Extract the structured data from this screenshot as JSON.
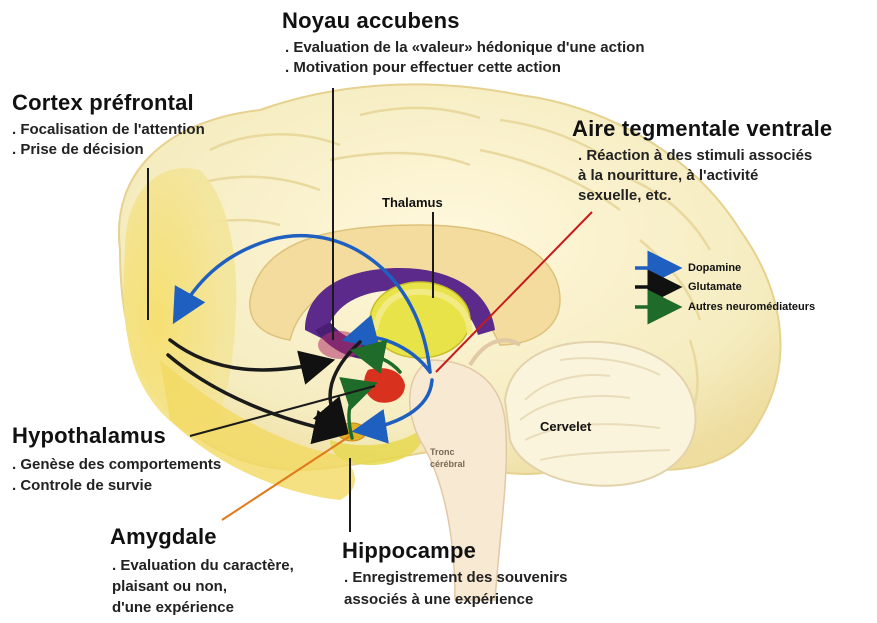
{
  "labels": {
    "noyau": {
      "title": "Noyau accubens",
      "lines": [
        ". Evaluation de la «valeur» hédonique d'une action",
        ". Motivation pour effectuer cette action"
      ]
    },
    "cortex": {
      "title": "Cortex préfrontal",
      "lines": [
        ". Focalisation de l'attention",
        ". Prise de décision"
      ]
    },
    "aire": {
      "title": "Aire tegmentale ventrale",
      "lines": [
        ". Réaction à des stimuli associés",
        "à la nouritture, à l'activité",
        "sexuelle, etc."
      ]
    },
    "hypothalamus": {
      "title": "Hypothalamus",
      "lines": [
        ". Genèse des comportements",
        ". Controle de survie"
      ]
    },
    "amygdale": {
      "title": "Amygdale",
      "lines": [
        ". Evaluation du caractère,",
        "plaisant ou non,",
        "d'une expérience"
      ]
    },
    "hippocampe": {
      "title": "Hippocampe",
      "lines": [
        ". Enregistrement des souvenirs",
        "associés à une expérience"
      ]
    },
    "thalamus": "Thalamus",
    "cervelet": "Cervelet",
    "tronc": [
      "Tronc",
      "cérébral"
    ]
  },
  "legend": [
    {
      "label": "Dopamine",
      "color": "#1f5fbf"
    },
    {
      "label": "Glutamate",
      "color": "#111111"
    },
    {
      "label": "Autres neuromédiateurs",
      "color": "#1e6b2a"
    }
  ],
  "colors": {
    "brain_fill": "#f6efc4",
    "prefrontal": "#f2d75a",
    "limbic_purple": "#5b2a8a",
    "thalamus": "#e9e34a",
    "amygdala_red": "#d8321e",
    "cerebellum": "#fbf4dc",
    "pointer_red": "#c71b1b",
    "pointer_black": "#1a1a1a",
    "pointer_orange": "#e07a1a"
  }
}
